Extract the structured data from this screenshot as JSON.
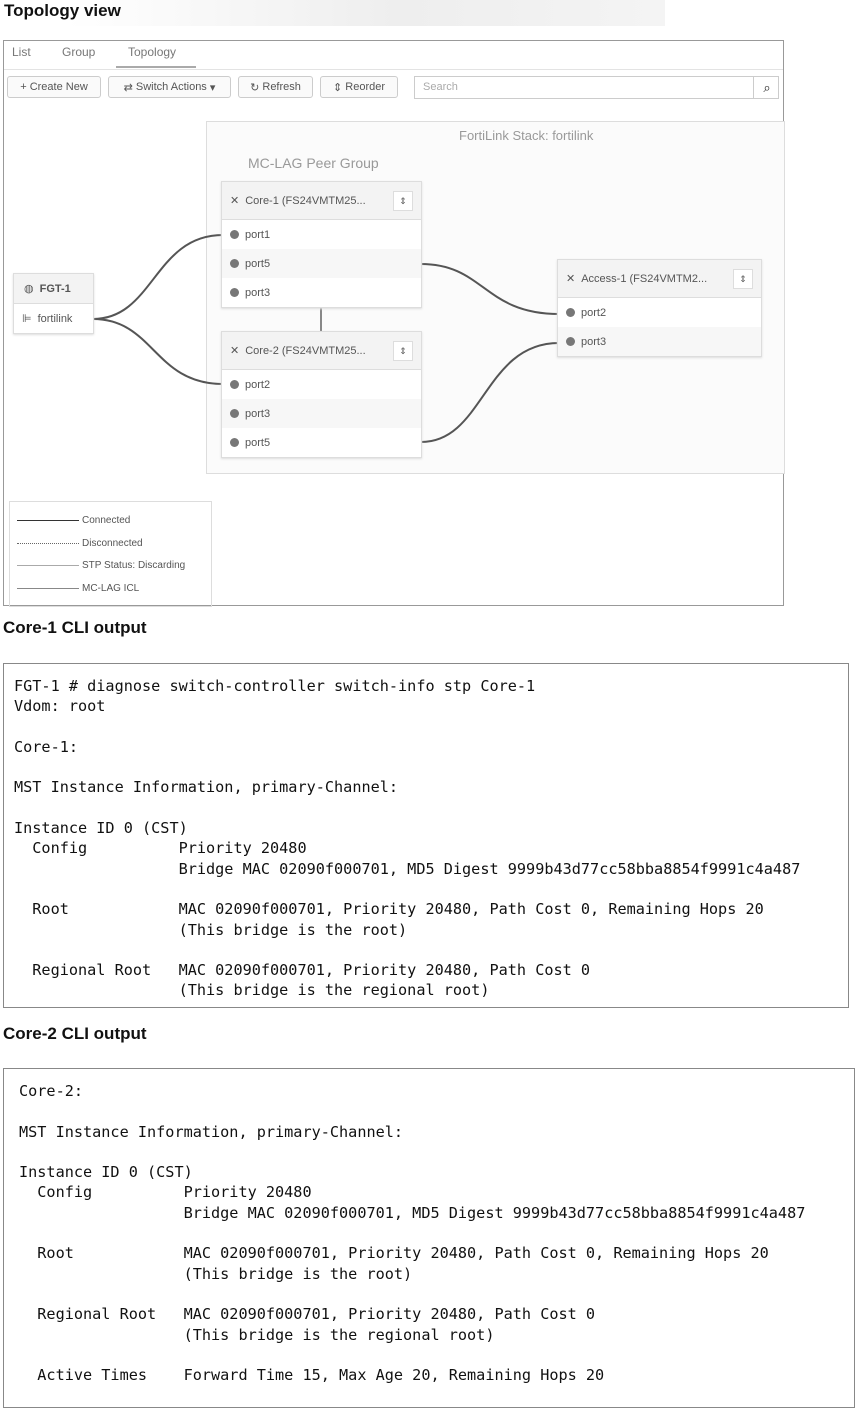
{
  "topology_heading": "Topology view",
  "tabs": [
    "List",
    "Group",
    "Topology"
  ],
  "toolbar": {
    "create_new": "+ Create New",
    "switch_actions": "Switch Actions",
    "refresh": "Refresh",
    "reorder": "Reorder",
    "search_placeholder": "Search"
  },
  "stack_title": "FortiLink Stack: fortilink",
  "peer_group_title": "MC-LAG Peer Group",
  "fortigate": {
    "name": "FGT-1",
    "interface": "fortilink"
  },
  "switches": [
    {
      "name": "Core-1 (FS24VMTM25...",
      "ports": [
        "port1",
        "port5",
        "port3"
      ]
    },
    {
      "name": "Core-2 (FS24VMTM25...",
      "ports": [
        "port2",
        "port3",
        "port5"
      ]
    },
    {
      "name": "Access-1 (FS24VMTM2...",
      "ports": [
        "port2",
        "port3"
      ]
    }
  ],
  "legend": [
    "Connected",
    "Disconnected",
    "STP Status: Discarding",
    "MC-LAG ICL"
  ],
  "core1": {
    "heading": "Core-1 CLI output",
    "lines": [
      "FGT-1 # diagnose switch-controller switch-info stp Core-1",
      "Vdom: root",
      "",
      "Core-1:",
      "",
      "MST Instance Information, primary-Channel:",
      "",
      "Instance ID 0 (CST)",
      "  Config          Priority 20480",
      "                  Bridge MAC 02090f000701, MD5 Digest 9999b43d77cc58bba8854f9991c4a487",
      "",
      "  Root            MAC 02090f000701, Priority 20480, Path Cost 0, Remaining Hops 20",
      "                  (This bridge is the root)",
      "",
      "  Regional Root   MAC 02090f000701, Priority 20480, Path Cost 0",
      "                  (This bridge is the regional root)"
    ]
  },
  "core2": {
    "heading": "Core-2 CLI output",
    "lines": [
      "Core-2:",
      "",
      "MST Instance Information, primary-Channel:",
      "",
      "Instance ID 0 (CST)",
      "  Config          Priority 20480",
      "                  Bridge MAC 02090f000701, MD5 Digest 9999b43d77cc58bba8854f9991c4a487",
      "",
      "  Root            MAC 02090f000701, Priority 20480, Path Cost 0, Remaining Hops 20",
      "                  (This bridge is the root)",
      "",
      "  Regional Root   MAC 02090f000701, Priority 20480, Path Cost 0",
      "                  (This bridge is the regional root)",
      "",
      "  Active Times    Forward Time 15, Max Age 20, Remaining Hops 20"
    ]
  }
}
